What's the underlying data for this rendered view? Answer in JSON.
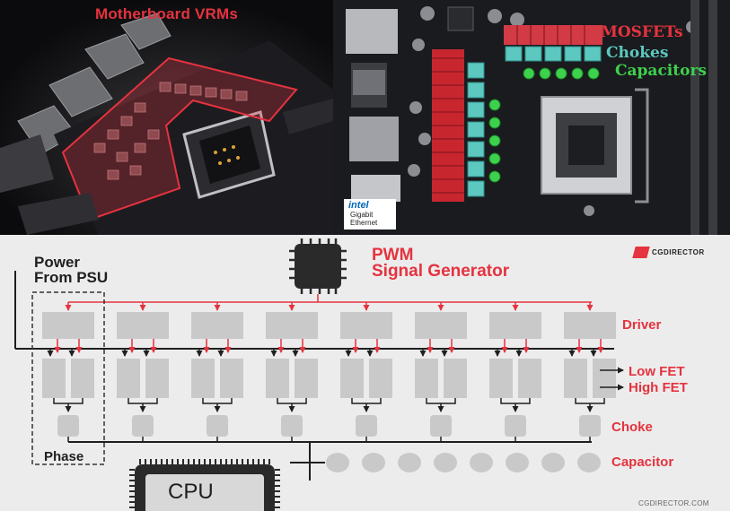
{
  "left_photo": {
    "title": "Motherboard VRMs"
  },
  "right_photo": {
    "labels": {
      "mosfets": "MOSFETs",
      "chokes": "Chokes",
      "capacitors": "Capacitors"
    },
    "ethernet_logo": {
      "brand": "intel",
      "line1": "Gigabit",
      "line2": "Ethernet"
    },
    "colors": {
      "mosfets": "#e5333f",
      "chokes": "#5cc8c0",
      "capacitors": "#3ed14e"
    }
  },
  "diagram": {
    "power_label_line1": "Power",
    "power_label_line2": "From PSU",
    "pwm_label_line1": "PWM",
    "pwm_label_line2": "Signal Generator",
    "logo_text": "CGDIRECTOR",
    "phase_label": "Phase",
    "cpu_label": "CPU",
    "component_labels": {
      "driver": "Driver",
      "low_fet": "Low FET",
      "high_fet": "High FET",
      "choke": "Choke",
      "capacitor": "Capacitor"
    },
    "phase_count": 8,
    "capacitor_count": 8,
    "footer": "CGDIRECTOR.COM",
    "colors": {
      "accent": "#e5333f",
      "line": "#1f1f1f",
      "component": "#c9c9c9",
      "background": "#ececec"
    }
  }
}
